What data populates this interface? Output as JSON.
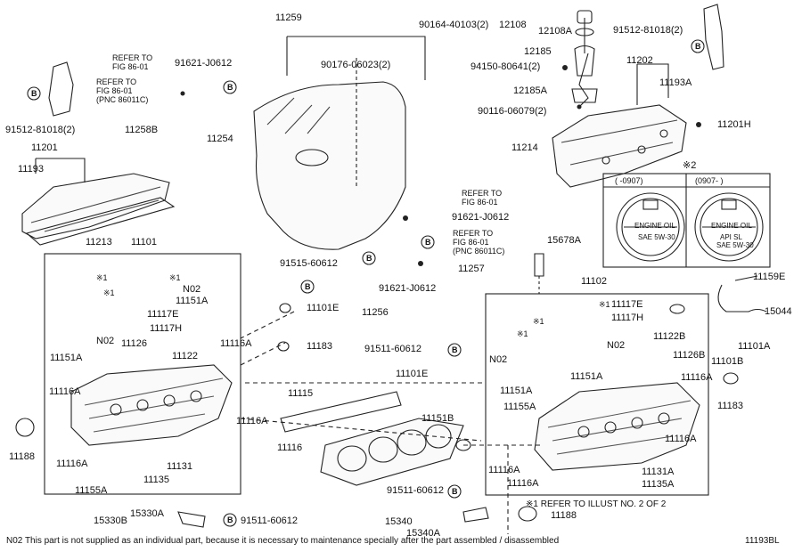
{
  "diagram_id": "11193BL",
  "footnote": "N02  This part is not supplied as an individual part, because it is necessary to maintenance specially after the part assembled / disassembled",
  "note_star1": "※1  REFER TO ILLUST NO. 2 OF 2",
  "legend": {
    "marker": "※2",
    "col1": "(      -0907)",
    "col2": "(0907-      )",
    "cap_text": "ENGINE OIL",
    "cap2_line1": "API SL",
    "cap2_line2": "SAE 5W-30",
    "cap1_sub": "SAE 5W-30"
  },
  "callouts": {
    "refer1": "REFER TO",
    "refer1b": "FIG 86-01",
    "refer2": "REFER TO",
    "refer2b": "FIG 86-01",
    "refer2c": "(PNC 86011C)",
    "refer3": "REFER TO",
    "refer3b": "FIG 86-01",
    "refer4": "REFER TO",
    "refer4b": "FIG 86-01",
    "refer4c": "(PNC 86011C)",
    "b": "B",
    "star": "※1"
  },
  "parts": {
    "p11259": "11259",
    "p12108": "12108",
    "p12108A": "12108A",
    "p12185": "12185",
    "p94150": "94150-80641(2)",
    "p12185A": "12185A",
    "p90116": "90116-06079(2)",
    "p11214": "11214",
    "p11202": "11202",
    "p11193A": "11193A",
    "p11201H": "11201H",
    "p91512a": "91512-81018(2)",
    "p91512b": "91512-81018(2)",
    "p91621a": "91621-J0612",
    "p91621b": "91621-J0612",
    "p91621c": "91621-J0612",
    "p90176": "90176-06023(2)",
    "p90164": "90164-40103(2)",
    "p11258B": "11258B",
    "p11254": "11254",
    "p11201": "11201",
    "p11193": "11193",
    "p11213": "11213",
    "p11101": "11101",
    "p91515": "91515-60612",
    "p11101E": "11101E",
    "p11183": "11183",
    "p11256": "11256",
    "p11257": "11257",
    "p15678A": "15678A",
    "p11102": "11102",
    "p11159E": "11159E",
    "p15044": "15044",
    "p11101A": "11101A",
    "p11101B": "11101B",
    "p11183b": "11183",
    "p11117E": "11117E",
    "p11117Eb": "11117E",
    "p11117H": "11117H",
    "p11117Hb": "11117H",
    "p11122B": "11122B",
    "p11126B": "11126B",
    "p11116Ar": "11116A",
    "p11116Ar2": "11116A",
    "pN02a": "N02",
    "pN02b": "N02",
    "pN02c": "N02",
    "pN02d": "N02",
    "p11151A": "11151A",
    "p11151Ab": "11151A",
    "p11151Ac": "11151A",
    "p11151Ad": "11151A",
    "p11126": "11126",
    "p11122": "11122",
    "p11116A1": "11116A",
    "p11116A2": "11116A",
    "p11116A3": "11116A",
    "p11116A4": "11116A",
    "p11116A5": "11116A",
    "p11116A6": "11116A",
    "p11188": "11188",
    "p11188b": "11188",
    "p11155A": "11155A",
    "p11155Ab": "11155A",
    "p11131": "11131",
    "p11131A": "11131A",
    "p11135": "11135",
    "p11135A": "11135A",
    "p11115": "11115",
    "p11116": "11116",
    "p11151B": "11151B",
    "p91511a": "91511-60612",
    "p91511b": "91511-60612",
    "p91511c": "91511-60612",
    "p11101Eb": "11101E",
    "p15330B": "15330B",
    "p15330A": "15330A",
    "p15340": "15340",
    "p15340A": "15340A"
  }
}
